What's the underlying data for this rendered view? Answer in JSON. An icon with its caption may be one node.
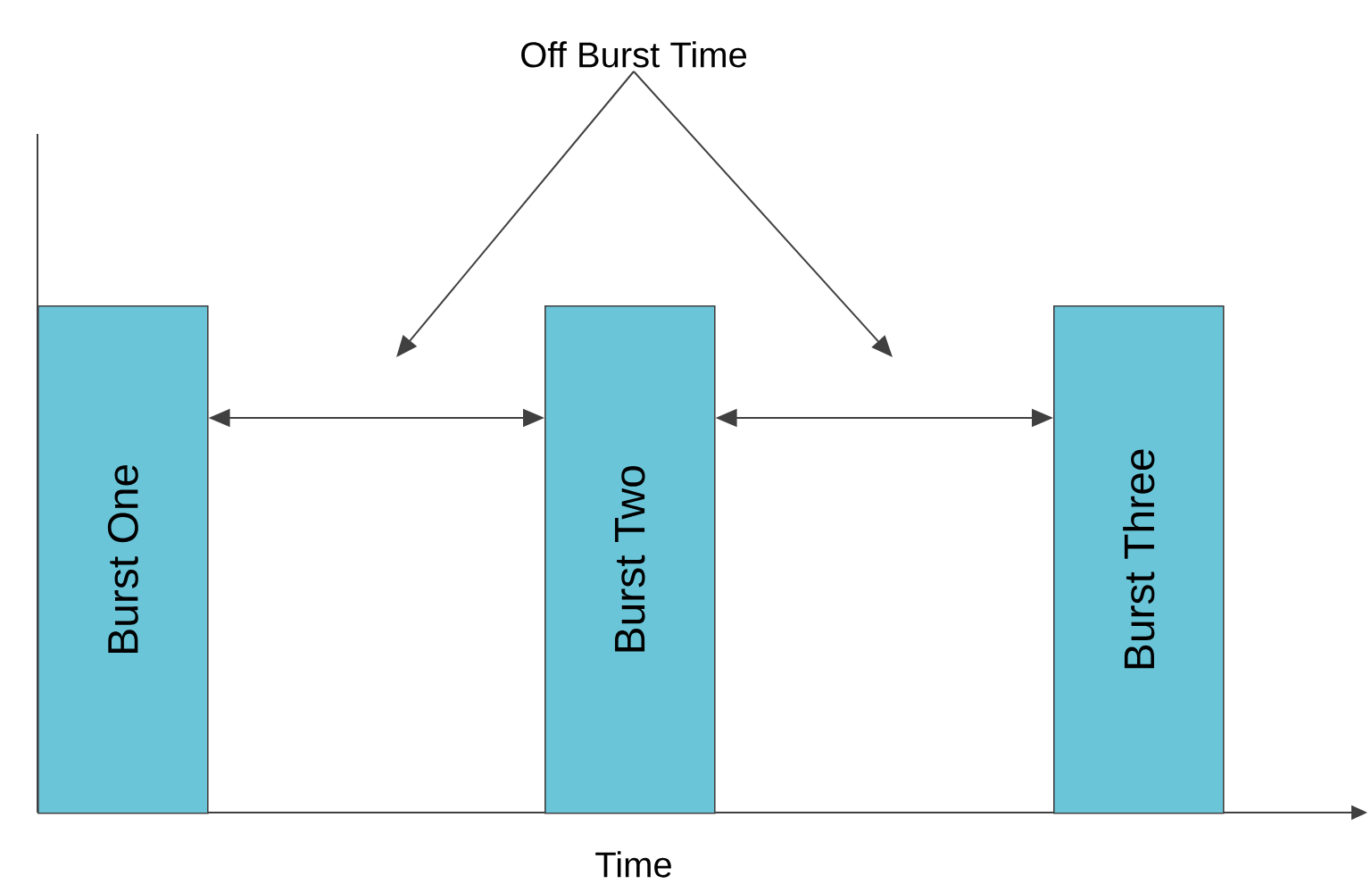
{
  "diagram": {
    "nodes": [
      {
        "text": [
          "Off Burst Time"
        ]
      },
      {
        "text": [
          "Burst One"
        ]
      },
      {
        "text": [
          "Burst Two"
        ]
      },
      {
        "text": [
          "Burst Three"
        ]
      }
    ],
    "edges": [
      {
        "from": 0,
        "to": null,
        "arrow": "to"
      },
      {
        "from": 0,
        "to": null,
        "arrow": "to"
      },
      {
        "from": 1,
        "to": 2,
        "arrow": "both"
      },
      {
        "from": 2,
        "to": 3,
        "arrow": "both"
      }
    ],
    "labels": [
      "Time"
    ]
  }
}
